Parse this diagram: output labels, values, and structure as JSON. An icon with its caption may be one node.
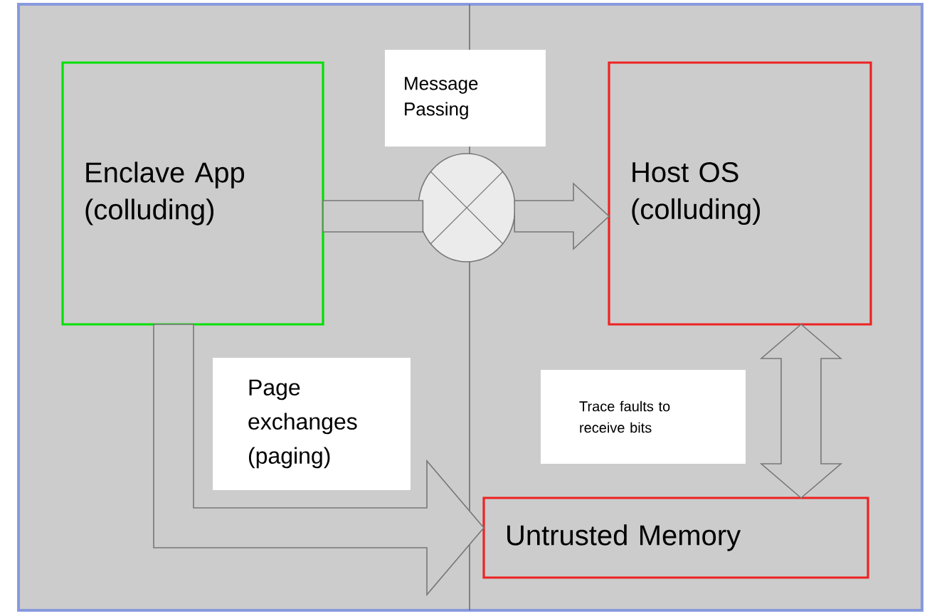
{
  "diagram": {
    "nodes": [
      {
        "text": [
          "Enclave App (colluding)"
        ]
      },
      {
        "text": [],
        "shape": "circle",
        "beside": [
          "Message Passing"
        ]
      },
      {
        "text": [
          "Host OS (colluding)"
        ]
      },
      {
        "text": [
          "Untrusted Memory"
        ]
      }
    ],
    "edges": [
      {
        "from": 0,
        "to": 1,
        "arrow": "none"
      },
      {
        "from": 1,
        "to": 2,
        "arrow": "to"
      },
      {
        "from": 0,
        "to": 3,
        "arrow": "to",
        "label": "Page exchanges (paging)"
      },
      {
        "from": 2,
        "to": 3,
        "arrow": "both"
      }
    ],
    "labels": [
      "Trace faults to receive bits"
    ]
  }
}
